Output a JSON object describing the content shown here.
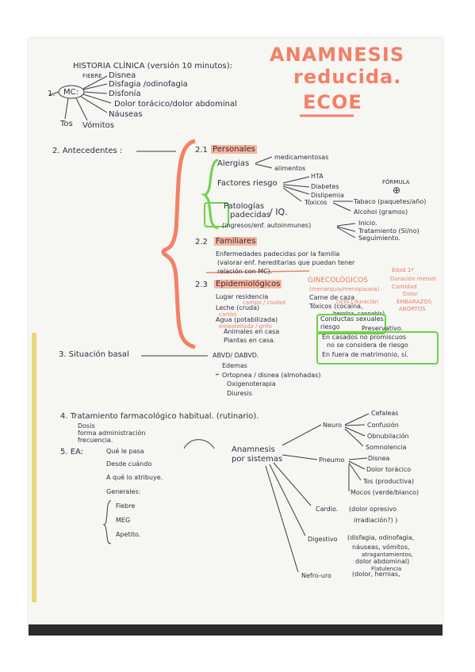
{
  "title_block": {
    "heading": "ANAMNESIS",
    "subheading": "reducida.",
    "exam": "ECOE",
    "historia": "HISTORIA CLÍNICA (versión 10 minutos):"
  },
  "section1": {
    "number": "1.",
    "center": "MC:",
    "fiebre": "FIEBRE",
    "items": [
      "Disnea",
      "Disfagia /odinofagia",
      "Disfonía",
      "Dolor torácico/dolor abdominal",
      "Náuseas",
      "Vómitos",
      "Tos"
    ]
  },
  "section2": {
    "label": "2. Antecedentes :",
    "personales": {
      "num": "2.1",
      "label": "Personales",
      "alergias": "Alergias",
      "alergias_items": [
        "medicamentosas",
        "alimentos"
      ],
      "factores": "Factores riesgo",
      "factores_items": [
        "HTA",
        "Diabetes",
        "Dislipemia"
      ],
      "toxicos": "Tóxicos",
      "formula": "FÓRMULA",
      "tabaco": "Tabaco (paquetes/año)",
      "alcohol": "Alcohol (gramos)",
      "patologias": [
        "Patologías",
        "padecidas"
      ],
      "iq": "/ IQ.",
      "ingresos": "(ingresos/enf. autoinmunes)",
      "inicio": "Inicio.",
      "tratamiento": "Tratamiento (Sí/no)",
      "seguimiento": "Seguimiento."
    },
    "familiares": {
      "num": "2.2",
      "label": "Familiares",
      "lines": [
        "Enfermedades padecidas por la familia",
        "(valorar enf. hereditarias que puedan tener",
        "relación con MC)."
      ]
    },
    "epidemiologicos": {
      "num": "2.3",
      "label": "Epidemiológicos",
      "ginecologicos": "GINECOLÓGICOS",
      "menarquia": "(menarquia/menopausia)",
      "edad": "Edad 1ª",
      "duracion": "Duración menstr.",
      "cantidad": "Cantidad",
      "dolor": "Dolor",
      "embarazos": "EMBARAZOS",
      "abortos": "ABORTOS",
      "ciclo": "ciclo / duración",
      "lugar": "Lugar residencia",
      "campo": "campo / ciudad",
      "leche": "Leche (cruda)",
      "carton": "cartón",
      "agua": "Agua (potabilizada)",
      "embotellada": "embotellada / grifo",
      "animales": "Animales en casa",
      "plantas": "Plantas en casa.",
      "carne": "Carne de caza",
      "toxicos_epi": "Tóxicos (cocaína,",
      "heroina": "heroína, cannabis).",
      "conductas": "Conductas sexuales",
      "riesgo": "riesgo",
      "preservativo": "Preservativo.",
      "casados": [
        "En casados no promiscuos",
        "no se considera de riesgo"
      ],
      "fuera": "En fuera de matrimonio, sí."
    }
  },
  "section3": {
    "label": "3. Situación basal",
    "items": [
      "ABVD/ DABVD.",
      "Edemas",
      "Ortopnea / disnea (almohadas)",
      "Oxigenoterapia",
      "Diuresis"
    ]
  },
  "section4": {
    "label": "4. Tratamiento farmacológico habitual. (rutinario).",
    "items": [
      "Dosis",
      "forma administración",
      "frecuencia."
    ]
  },
  "section5": {
    "label": "5. EA:",
    "items": [
      "Qué le pasa",
      "Desde cuándo",
      "A qué lo atribuye.",
      "Generales:"
    ],
    "generales": [
      "Fiebre",
      "MEG",
      "Apetito."
    ],
    "anamnesis": [
      "Anamnesis",
      "por sistemas"
    ],
    "neuro": "Neuro",
    "neuro_items": [
      "Cefaleas",
      "Confusión",
      "Obnubilación",
      "Somnolencia"
    ],
    "pneumo": "Pneumo",
    "pneumo_items": [
      "Disnea",
      "Dolor torácico",
      "Tos (productiva)",
      "Mocos (verde/blanco)"
    ],
    "cardio": "Cardio.",
    "cardio_items": [
      "(dolor opresivo",
      "irradiación?) )"
    ],
    "digestivo": "Digestivo",
    "digestivo_items": [
      "(disfagia, odinofagia,",
      "náuseas, vómitos,",
      "atragantamientos,",
      "dolor abdominal)",
      "Flatulencia"
    ],
    "nefro": "Nefro-uro",
    "nefro_items": [
      "(dolor, hernias,"
    ]
  },
  "colors": {
    "orange": "#f38067",
    "highlight": "#f7b49a",
    "green": "#6fd04a",
    "ink": "#2f3040"
  }
}
